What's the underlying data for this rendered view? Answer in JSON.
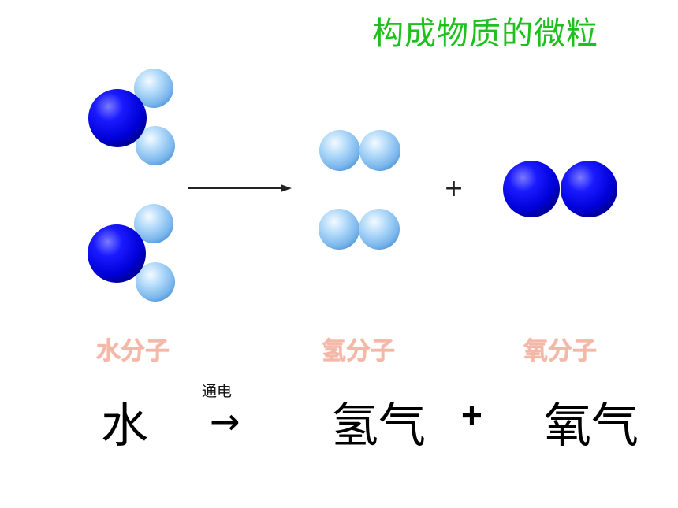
{
  "title": "构成物质的微粒",
  "diagram": {
    "plus_symbol": "+",
    "labels": {
      "water": "水分子",
      "hydrogen": "氢分子",
      "oxygen": "氧分子"
    }
  },
  "equation": {
    "reactant": "水",
    "condition": "通电",
    "arrow": "→",
    "product1": "氢气",
    "plus": "+",
    "product2": "氧气"
  },
  "colors": {
    "title": "#1ec01e",
    "oxygen_atom": "#0000ee",
    "hydrogen_atom": "#8ec4f2",
    "label": "#f4b8a8"
  }
}
